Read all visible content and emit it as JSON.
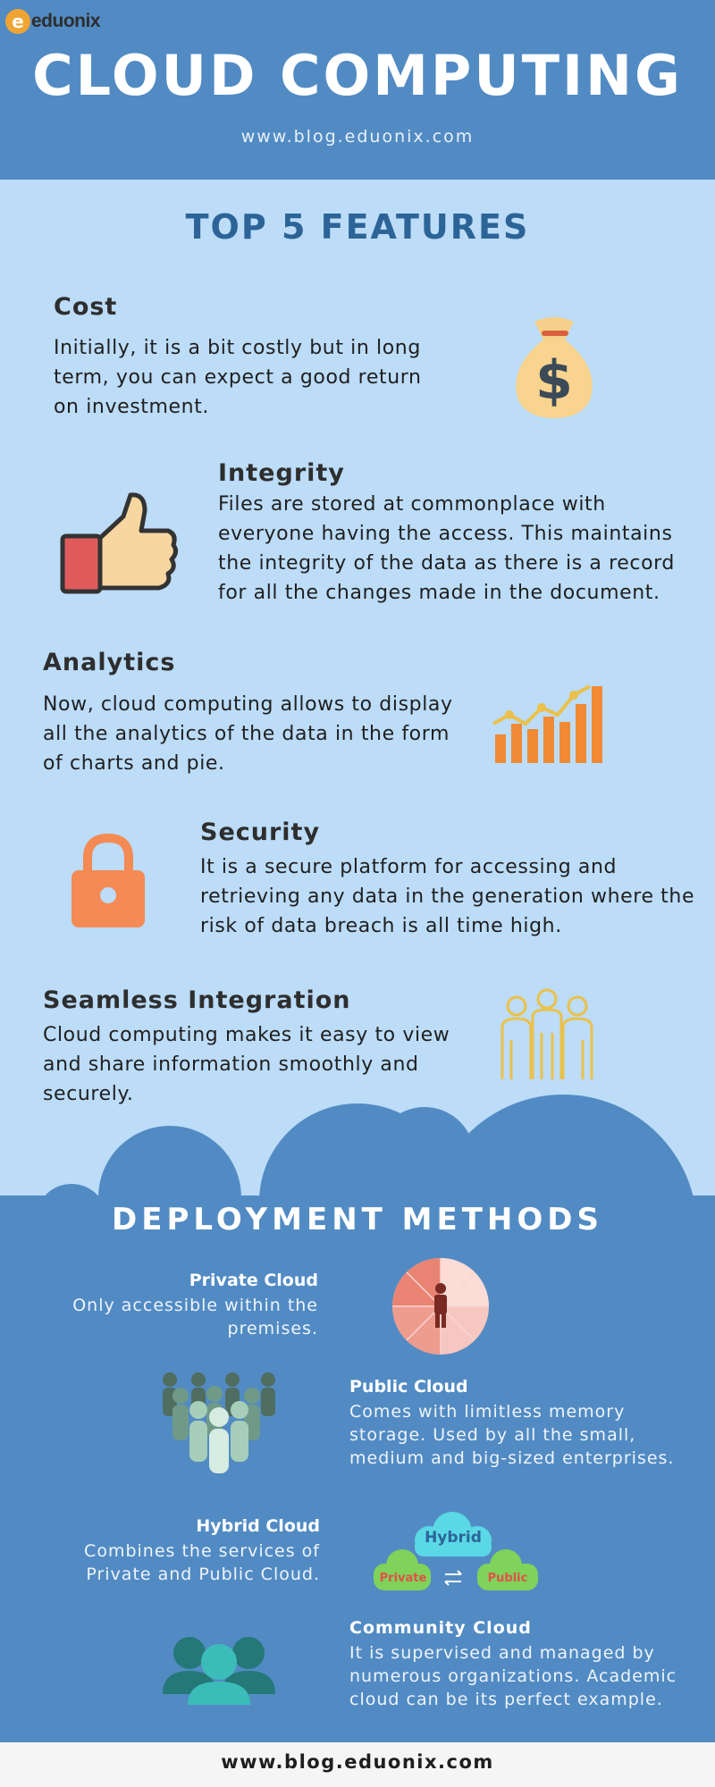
{
  "brand": {
    "logo_letter": "e",
    "logo_text": "eduonix"
  },
  "header": {
    "title": "CLOUD COMPUTING",
    "subtitle": "www.blog.eduonix.com"
  },
  "features": {
    "title": "TOP 5 FEATURES",
    "items": [
      {
        "heading": "Cost",
        "body": "Initially, it is a bit costly but in long term, you can expect a good return on investment.",
        "icon": "money-bag-icon"
      },
      {
        "heading": "Integrity",
        "body": "Files are stored at commonplace with everyone having the access. This maintains the integrity of the data as there is a record for all the changes made in the document.",
        "icon": "thumbs-up-icon"
      },
      {
        "heading": "Analytics",
        "body": "Now, cloud computing allows to display all the analytics of the data in the form of charts and pie.",
        "icon": "bar-chart-icon"
      },
      {
        "heading": "Security",
        "body": "It is a secure platform for accessing and retrieving any data in the generation where the risk of data breach is all time high.",
        "icon": "padlock-icon"
      },
      {
        "heading": "Seamless Integration",
        "body": "Cloud computing makes it easy to view and share information smoothly and securely.",
        "icon": "people-group-icon"
      }
    ]
  },
  "deployment": {
    "title": "DEPLOYMENT METHODS",
    "items": [
      {
        "heading": "Private Cloud",
        "body": "Only accessible within the premises.",
        "icon": "private-person-icon"
      },
      {
        "heading": "Public Cloud",
        "body": "Comes with limitless memory storage. Used by all the small, medium and big-sized enterprises.",
        "icon": "crowd-icon"
      },
      {
        "heading": "Hybrid Cloud",
        "body": "Combines the services of Private and Public Cloud.",
        "icon": "hybrid-cloud-icon",
        "graphic_labels": {
          "hybrid": "Hybrid",
          "private": "Private",
          "public": "Public"
        }
      },
      {
        "heading": "Community Cloud",
        "body": "It is supervised and managed by numerous organizations. Academic cloud can be its perfect example.",
        "icon": "community-icon"
      }
    ]
  },
  "footer": {
    "text": "www.blog.eduonix.com"
  },
  "colors": {
    "header_bg": "#528bc3",
    "body_bg": "#bcdcf8",
    "features_title": "#2c6497",
    "orange": "#f08a34",
    "gold": "#eac14a"
  }
}
